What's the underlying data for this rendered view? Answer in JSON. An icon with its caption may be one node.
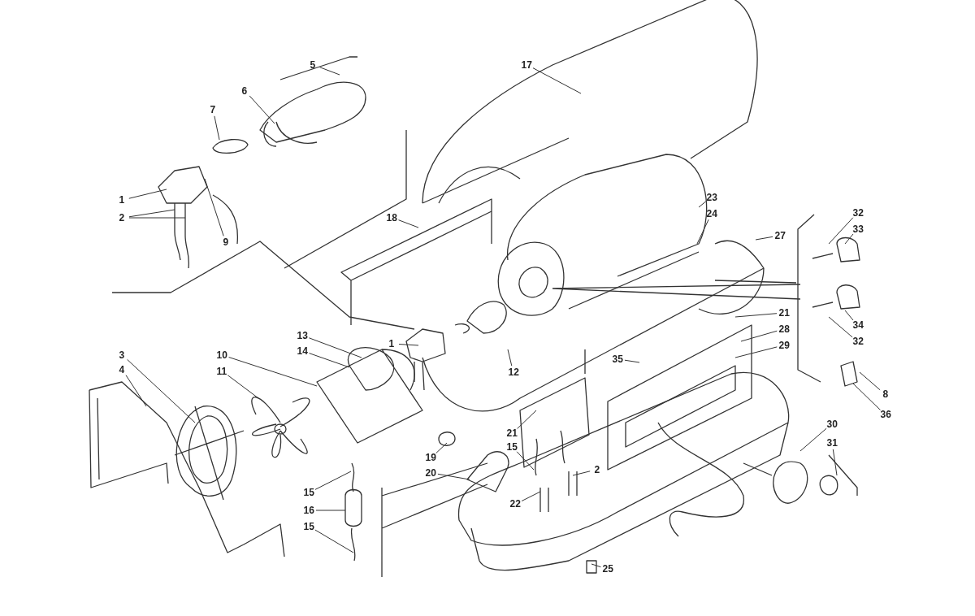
{
  "diagram": {
    "nodes": [
      {
        "text": [
          "5"
        ]
      },
      {
        "text": [
          "6"
        ]
      },
      {
        "text": [
          "17"
        ]
      },
      {
        "text": [
          "7"
        ]
      },
      {
        "text": [
          "1"
        ]
      },
      {
        "text": [
          "2"
        ]
      },
      {
        "text": [
          "9"
        ]
      },
      {
        "text": [
          "32"
        ]
      },
      {
        "text": [
          "33"
        ]
      },
      {
        "text": [
          "18"
        ]
      },
      {
        "text": [
          "23"
        ]
      },
      {
        "text": [
          "24"
        ]
      },
      {
        "text": [
          "27"
        ]
      },
      {
        "text": [
          "1"
        ]
      },
      {
        "text": [
          "13"
        ]
      },
      {
        "text": [
          "14"
        ]
      },
      {
        "text": [
          "10"
        ]
      },
      {
        "text": [
          "11"
        ]
      },
      {
        "text": [
          "3"
        ]
      },
      {
        "text": [
          "4"
        ]
      },
      {
        "text": [
          "12"
        ]
      },
      {
        "text": [
          "21"
        ]
      },
      {
        "text": [
          "28"
        ]
      },
      {
        "text": [
          "29"
        ]
      },
      {
        "text": [
          "34"
        ]
      },
      {
        "text": [
          "32"
        ]
      },
      {
        "text": [
          "8"
        ]
      },
      {
        "text": [
          "36"
        ]
      },
      {
        "text": [
          "35"
        ]
      },
      {
        "text": [
          "21"
        ]
      },
      {
        "text": [
          "19"
        ]
      },
      {
        "text": [
          "20"
        ]
      },
      {
        "text": [
          "15"
        ]
      },
      {
        "text": [
          "2"
        ]
      },
      {
        "text": [
          "30"
        ]
      },
      {
        "text": [
          "31"
        ]
      },
      {
        "text": [
          "15"
        ]
      },
      {
        "text": [
          "16"
        ]
      },
      {
        "text": [
          "15"
        ]
      },
      {
        "text": [
          "22"
        ]
      },
      {
        "text": [
          "25"
        ]
      }
    ],
    "edges": [
      {
        "from": 0,
        "to": null,
        "arrow": "none"
      },
      {
        "from": 1,
        "to": null,
        "arrow": "none"
      },
      {
        "from": 2,
        "to": null,
        "arrow": "none"
      },
      {
        "from": 3,
        "to": null,
        "arrow": "none"
      },
      {
        "from": 4,
        "to": null,
        "arrow": "none"
      },
      {
        "from": 5,
        "to": null,
        "arrow": "none"
      },
      {
        "from": 5,
        "to": null,
        "arrow": "none"
      },
      {
        "from": 6,
        "to": null,
        "arrow": "none"
      },
      {
        "from": 7,
        "to": null,
        "arrow": "none"
      },
      {
        "from": 8,
        "to": null,
        "arrow": "none"
      },
      {
        "from": 9,
        "to": null,
        "arrow": "none"
      },
      {
        "from": 10,
        "to": null,
        "arrow": "none"
      },
      {
        "from": 11,
        "to": null,
        "arrow": "none"
      },
      {
        "from": 12,
        "to": null,
        "arrow": "none"
      },
      {
        "from": 13,
        "to": null,
        "arrow": "none"
      },
      {
        "from": 14,
        "to": null,
        "arrow": "none"
      },
      {
        "from": 15,
        "to": null,
        "arrow": "none"
      },
      {
        "from": 16,
        "to": null,
        "arrow": "none"
      },
      {
        "from": 17,
        "to": null,
        "arrow": "none"
      },
      {
        "from": 18,
        "to": null,
        "arrow": "none"
      },
      {
        "from": 19,
        "to": null,
        "arrow": "none"
      },
      {
        "from": 20,
        "to": null,
        "arrow": "none"
      },
      {
        "from": 21,
        "to": null,
        "arrow": "none"
      },
      {
        "from": 22,
        "to": null,
        "arrow": "none"
      },
      {
        "from": 23,
        "to": null,
        "arrow": "none"
      },
      {
        "from": 24,
        "to": null,
        "arrow": "none"
      },
      {
        "from": 25,
        "to": null,
        "arrow": "none"
      },
      {
        "from": 26,
        "to": null,
        "arrow": "none"
      },
      {
        "from": 27,
        "to": null,
        "arrow": "none"
      },
      {
        "from": 28,
        "to": null,
        "arrow": "none"
      },
      {
        "from": 29,
        "to": null,
        "arrow": "none"
      },
      {
        "from": 30,
        "to": null,
        "arrow": "none"
      },
      {
        "from": 31,
        "to": null,
        "arrow": "none"
      },
      {
        "from": 32,
        "to": null,
        "arrow": "none"
      },
      {
        "from": 33,
        "to": null,
        "arrow": "none"
      },
      {
        "from": 34,
        "to": null,
        "arrow": "none"
      },
      {
        "from": 35,
        "to": null,
        "arrow": "none"
      },
      {
        "from": 36,
        "to": null,
        "arrow": "none"
      },
      {
        "from": 37,
        "to": null,
        "arrow": "none"
      },
      {
        "from": 38,
        "to": null,
        "arrow": "none"
      },
      {
        "from": 39,
        "to": null,
        "arrow": "none"
      },
      {
        "from": 40,
        "to": null,
        "arrow": "none"
      }
    ]
  }
}
